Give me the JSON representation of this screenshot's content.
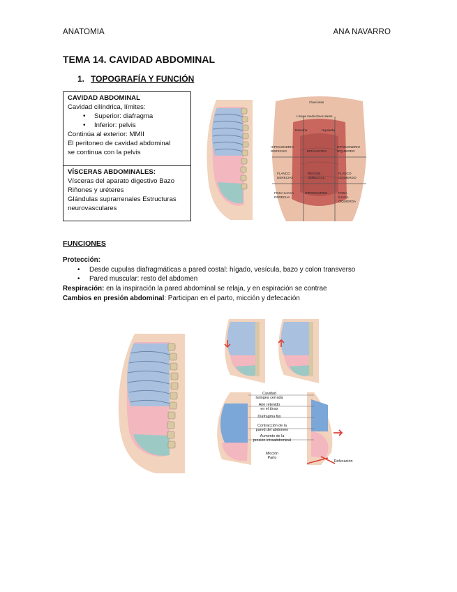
{
  "header": {
    "left": "ANATOMIA",
    "right": "ANA NAVARRO"
  },
  "title": "TEMA 14. CAVIDAD ABDOMINAL",
  "subtitle": {
    "number": "1.",
    "text": "TOPOGRAFÍA Y FUNCIÓN"
  },
  "box": {
    "cavity_heading": "CAVIDAD ABDOMINAL",
    "cavity_intro": "Cavidad cilíndrica, límites:",
    "limits": [
      "Superior: diafragma",
      "Inferior: pelvis"
    ],
    "continuation": "Continúa al exterior: MMII",
    "peritoneum": [
      "El peritoneo de cavidad abdominal",
      "se continua con la pelvis"
    ],
    "viscera_heading": "VÍSCERAS ABDOMINALES:",
    "viscera_lines": [
      "Vísceras del aparato digestivo Bazo",
      "Riñones y uréteres",
      "Glándulas suprarrenales Estructuras",
      "neurovasculares"
    ]
  },
  "regions_figure": {
    "labels": [
      "Clavículas",
      "Líneas medioclaviculares",
      "Derecha",
      "Izquierda",
      "HIPOCONDRIO",
      "DERECHO",
      "EPIGASTRIO",
      "HIPOCONDRIO",
      "IZQUIERDO",
      "FLANCO",
      "DERECHO",
      "REGIÓN",
      "UMBILICAL",
      "FLANCO",
      "IZQUIERDO",
      "FOSA ILIACA",
      "DERECHA",
      "HIPOGASTRIO",
      "FOSA",
      "ILIACA",
      "IZQUIERDA"
    ]
  },
  "functions": {
    "heading": "FUNCIONES",
    "protection_heading": "Protección:",
    "protection_items": [
      "Desde cupulas diafragmáticas a pared costal: hígado, vesícula, bazo y colon transverso",
      "Pared muscular: resto del abdomen"
    ],
    "respiration_label": "Respiración:",
    "respiration_text": " en la inspiración la pared abdominal se relaja, y en espiración se contrae",
    "pressure_label": "Cambios en presión abdominal",
    "pressure_text": ": Participan en el parto, micción y defecación"
  },
  "pressure_figure": {
    "labels": [
      "Cavidad",
      "laringea cerrada",
      "Aire retenido",
      "en el tórax",
      "Diafragma fijo",
      "Contracción de la",
      "pared del abdomen",
      "Aumento de la",
      "presión intraabdominal",
      "Micción",
      "Parto",
      "Defecación"
    ]
  }
}
